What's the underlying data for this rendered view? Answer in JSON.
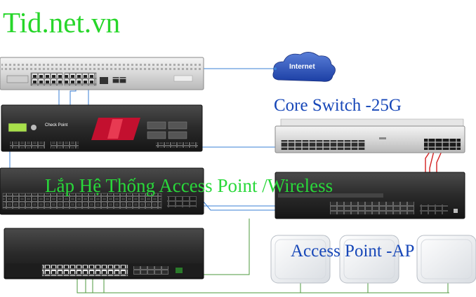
{
  "site_title": "Tid.net.vn",
  "cloud": {
    "label": "Internet"
  },
  "core_switch": {
    "label": "Core Switch  -25G"
  },
  "wireless": {
    "label": "Lắp Hệ Thống Access Point /Wireless"
  },
  "access_point": {
    "label": "Access Point -AP"
  },
  "firewall": {
    "brand": "Check Point"
  },
  "colors": {
    "title_green": "#27d62a",
    "label_blue": "#1747b8",
    "cable_blue": "#3a7fd5",
    "cable_green": "#4e9a3c",
    "cable_red": "#d42020"
  }
}
